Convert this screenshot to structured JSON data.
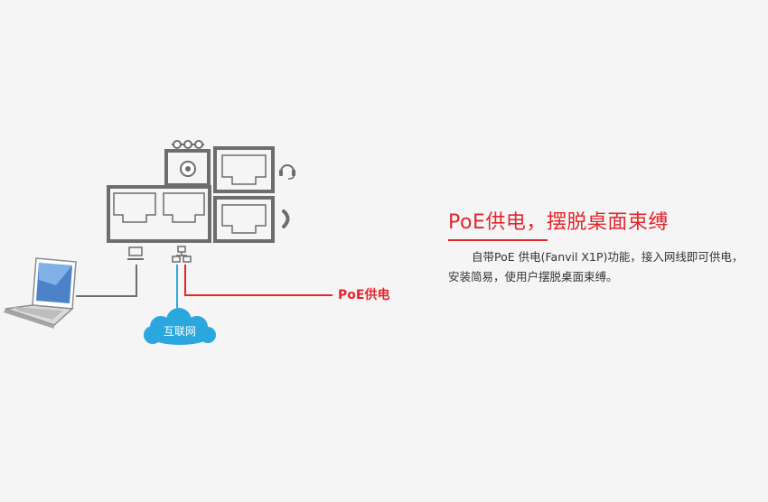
{
  "heading": {
    "title": "PoE供电，摆脱桌面束缚"
  },
  "description": {
    "text": "自带PoE 供电(Fanvil X1P)功能，接入网线即可供电，安装简易，使用户摆脱桌面束缚。"
  },
  "diagram": {
    "poe_label": "PoE供电",
    "cloud_label": "互联网",
    "ports": [
      "power-port",
      "headset-port",
      "pc-port",
      "lan-port",
      "handset-port"
    ],
    "icons": [
      "power-connector-icon",
      "headset-icon",
      "handset-icon",
      "pc-port-icon",
      "lan-port-icon",
      "laptop-icon",
      "cloud-icon"
    ]
  },
  "colors": {
    "accent_red": "#e3262e",
    "cable_blue": "#29a9d8",
    "cloud_blue": "#2aa7df",
    "panel_gray": "#6d6d6d",
    "background": "#f5f5f5"
  }
}
